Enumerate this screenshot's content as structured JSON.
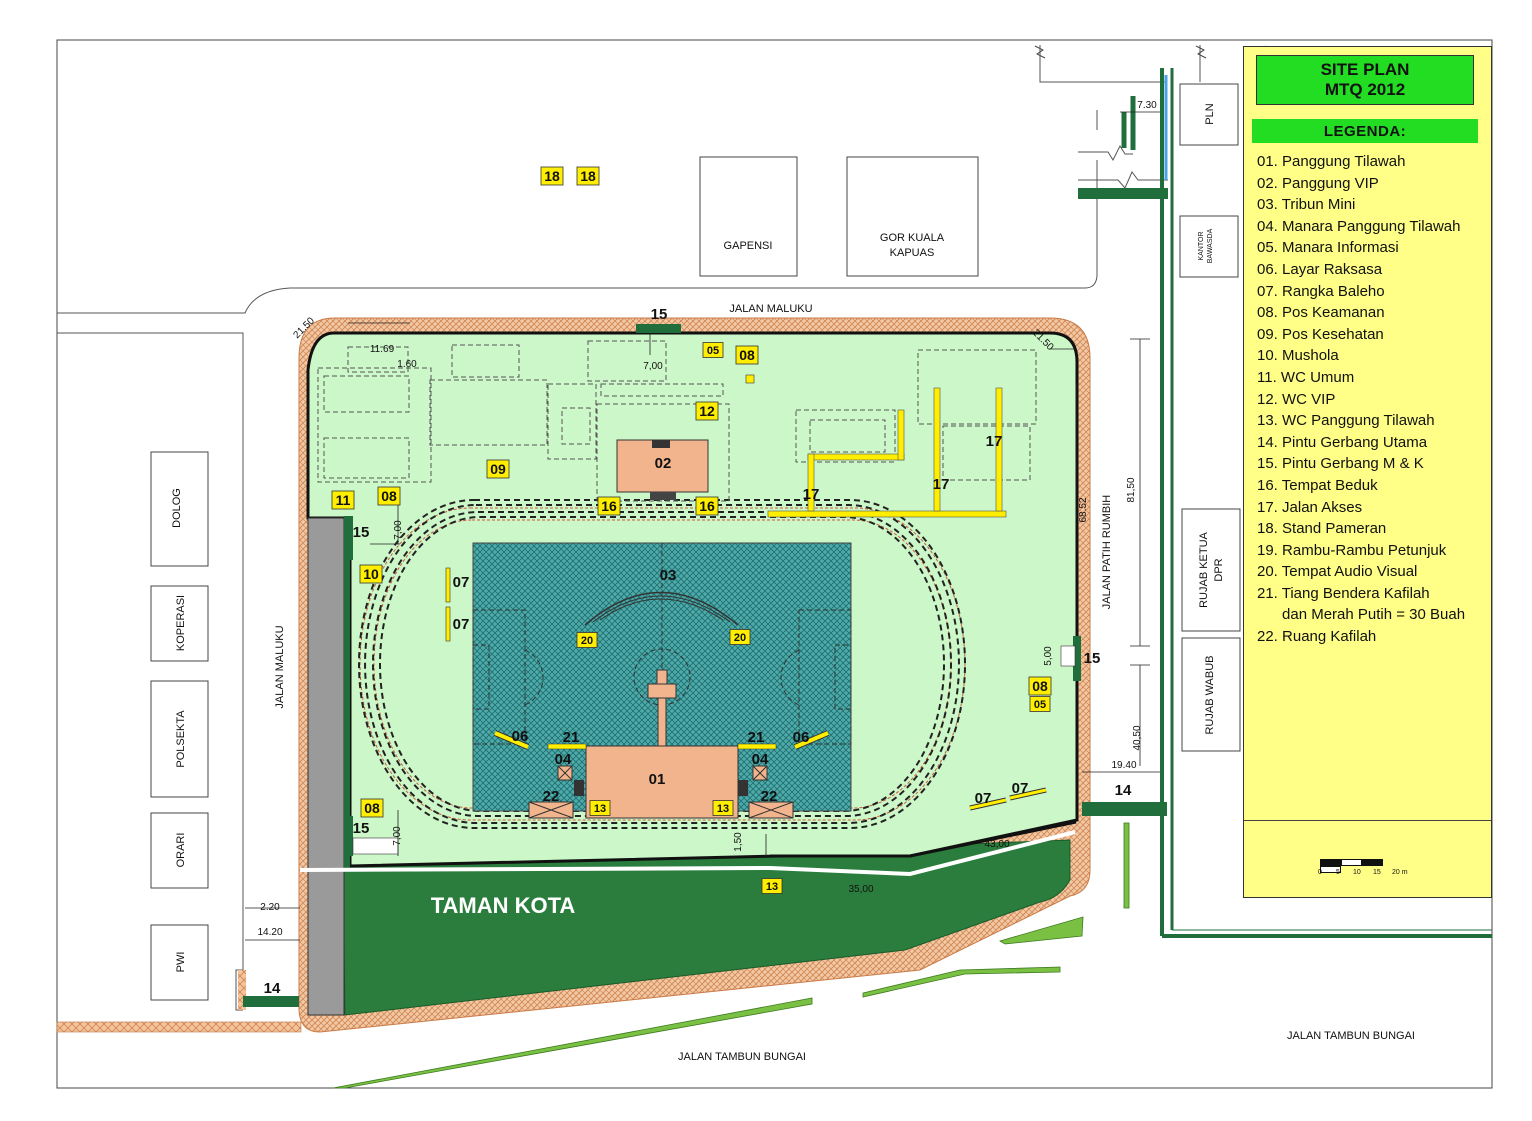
{
  "legend": {
    "title_line1": "SITE PLAN",
    "title_line2": "MTQ 2012",
    "heading": "LEGENDA:",
    "items": [
      "01. Panggung Tilawah",
      "02. Panggung VIP",
      "03. Tribun Mini",
      "04. Manara Panggung Tilawah",
      "05. Manara Informasi",
      "06. Layar Raksasa",
      "07. Rangka Baleho",
      "08. Pos Keamanan",
      "09. Pos Kesehatan",
      "10. Mushola",
      "11. WC Umum",
      "12. WC VIP",
      "13. WC Panggung Tilawah",
      "14. Pintu Gerbang Utama",
      "15. Pintu Gerbang M & K",
      "16. Tempat Beduk",
      "17. Jalan Akses",
      "18. Stand Pameran",
      "19. Rambu-Rambu Petunjuk",
      "20. Tempat Audio Visual",
      "21. Tiang Bendera Kafilah",
      "      dan Merah Putih = 30 Buah",
      "22. Ruang Kafilah"
    ],
    "scale": {
      "labels": [
        "0",
        "5",
        "10",
        "15",
        "20 m"
      ]
    }
  },
  "streets": {
    "maluku_top": "JALAN MALUKU",
    "maluku_left": "JALAN MALUKU",
    "patih_rumbih": "JALAN PATIH RUMBIH",
    "tambun_bottom": "JALAN TAMBUN BUNGAI",
    "tambun_right": "JALAN TAMBUN BUNGAI"
  },
  "buildings": {
    "gapensi": "GAPENSI",
    "gor_line1": "GOR KUALA",
    "gor_line2": "KAPUAS",
    "pln": "PLN",
    "kantor_line1": "KANTOR",
    "kantor_line2": "BAWASDA",
    "dolog": "DOLOG",
    "koperasi": "KOPERASI",
    "polsekta": "POLSEKTA",
    "orari": "ORARI",
    "pwi": "PWI",
    "rujab_ketua_line1": "RUJAB KETUA",
    "rujab_ketua_line2": "DPR",
    "rujab_wabub": "RUJAB WABUB",
    "taman_kota": "TAMAN KOTA"
  },
  "labels": [
    {
      "t": "18",
      "k": "tag"
    },
    {
      "t": "18",
      "k": "tag"
    },
    {
      "t": "15",
      "k": "plain"
    },
    {
      "t": "05",
      "k": "tagsm"
    },
    {
      "t": "08",
      "k": "tag"
    },
    {
      "t": "12",
      "k": "tag"
    },
    {
      "t": "02",
      "k": "plain"
    },
    {
      "t": "09",
      "k": "tag"
    },
    {
      "t": "11",
      "k": "tag"
    },
    {
      "t": "08",
      "k": "tag"
    },
    {
      "t": "16",
      "k": "tag"
    },
    {
      "t": "16",
      "k": "tag"
    },
    {
      "t": "17",
      "k": "plain"
    },
    {
      "t": "17",
      "k": "plain"
    },
    {
      "t": "17",
      "k": "plain"
    },
    {
      "t": "15",
      "k": "plain"
    },
    {
      "t": "10",
      "k": "tag"
    },
    {
      "t": "07",
      "k": "plain"
    },
    {
      "t": "07",
      "k": "plain"
    },
    {
      "t": "03",
      "k": "plain"
    },
    {
      "t": "20",
      "k": "tagsm"
    },
    {
      "t": "20",
      "k": "tagsm"
    },
    {
      "t": "15",
      "k": "plain"
    },
    {
      "t": "08",
      "k": "tag"
    },
    {
      "t": "05",
      "k": "tagsm"
    },
    {
      "t": "06",
      "k": "plain"
    },
    {
      "t": "21",
      "k": "plain"
    },
    {
      "t": "21",
      "k": "plain"
    },
    {
      "t": "06",
      "k": "plain"
    },
    {
      "t": "04",
      "k": "plain"
    },
    {
      "t": "04",
      "k": "plain"
    },
    {
      "t": "01",
      "k": "plain"
    },
    {
      "t": "22",
      "k": "plain"
    },
    {
      "t": "13",
      "k": "tagsm"
    },
    {
      "t": "13",
      "k": "tagsm"
    },
    {
      "t": "22",
      "k": "plain"
    },
    {
      "t": "08",
      "k": "tag"
    },
    {
      "t": "15",
      "k": "plain"
    },
    {
      "t": "07",
      "k": "plain"
    },
    {
      "t": "07",
      "k": "plain"
    },
    {
      "t": "14",
      "k": "plain"
    },
    {
      "t": "13",
      "k": "tagsm"
    },
    {
      "t": "14",
      "k": "plain"
    }
  ],
  "dimensions": [
    "7.30",
    "21.50",
    "11.69",
    "1.60",
    "7,00",
    "21.50",
    "81,50",
    "68.52",
    "7,00",
    "5,00",
    "40,50",
    "19.40",
    "7,00",
    "1,50",
    "43,00",
    "35,00",
    "2.20",
    "14.20"
  ],
  "colors": {
    "green": "#c8f7c5",
    "field": "#2e9e9e",
    "forest": "#1f7a3a",
    "orange": "#f0b482",
    "stage": "#f2b48c",
    "yellow": "#ffee00",
    "gate": "#1f6e3c"
  }
}
